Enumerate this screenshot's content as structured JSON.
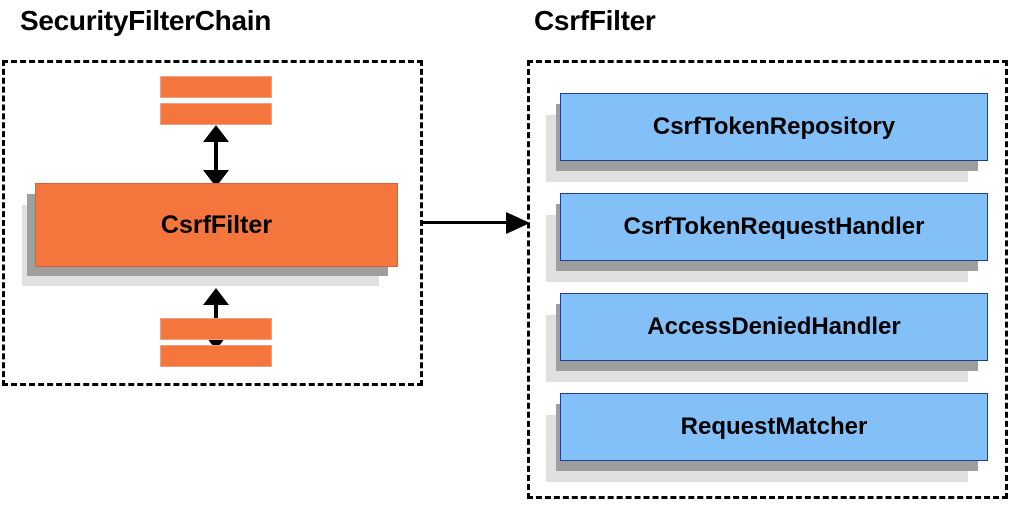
{
  "diagram": {
    "title_left": "SecurityFilterChain",
    "title_right": "CsrfFilter",
    "colors": {
      "filter_orange": "#f4763c",
      "collaborator_blue": "#82c0f7",
      "shadow_near": "#9e9e9e",
      "shadow_far": "#e0e0e0",
      "outline": "#000000",
      "blue_border": "#1c3f94",
      "background": "#ffffff"
    }
  },
  "left_panel": {
    "title": "SecurityFilterChain",
    "highlighted_filter": "CsrfFilter",
    "bars_above_count": 2,
    "bars_below_count": 2,
    "arrow_above": "double-headed-vertical-arrow",
    "arrow_below": "double-headed-vertical-arrow"
  },
  "right_panel": {
    "title": "CsrfFilter",
    "collaborators": [
      {
        "label": "CsrfTokenRepository"
      },
      {
        "label": "CsrfTokenRequestHandler"
      },
      {
        "label": "AccessDeniedHandler"
      },
      {
        "label": "RequestMatcher"
      }
    ]
  },
  "connector": {
    "kind": "arrow-right",
    "from": "SecurityFilterChain.CsrfFilter",
    "to": "CsrfFilter group"
  }
}
